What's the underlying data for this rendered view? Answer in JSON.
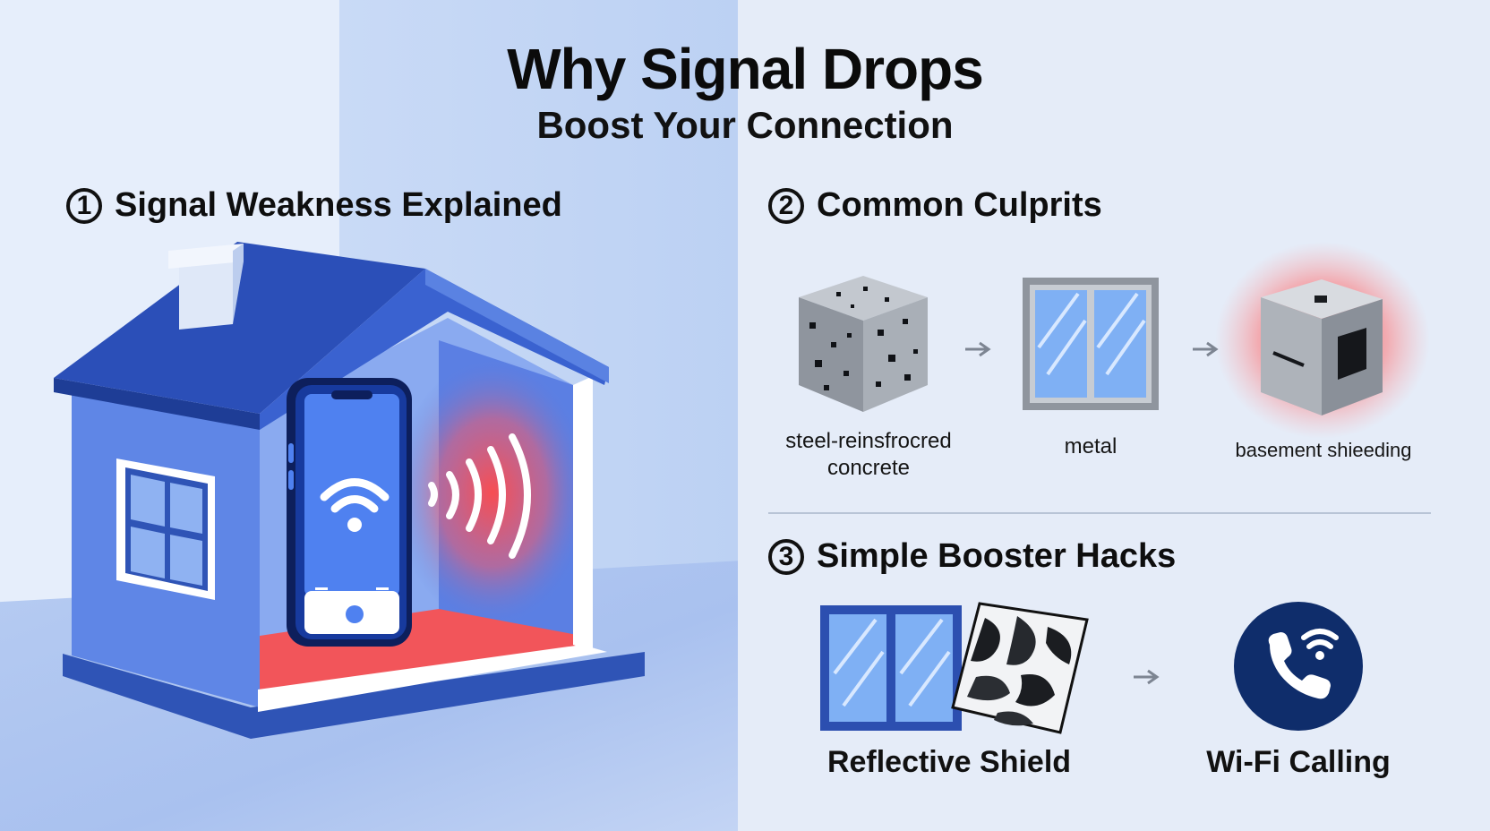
{
  "header": {
    "title": "Why Signal Drops",
    "subtitle": "Boost Your Connection"
  },
  "sections": [
    {
      "number": "1",
      "title": "Signal Weakness Explained"
    },
    {
      "number": "2",
      "title": "Common Culprits"
    },
    {
      "number": "3",
      "title": "Simple Booster Hacks"
    }
  ],
  "culprits": [
    {
      "label_line1": "steel-reinsfrocred",
      "label_line2": "concrete",
      "icon": "concrete-cube-icon"
    },
    {
      "label_line1": "metal",
      "icon": "metal-window-icon"
    },
    {
      "label_line1": "basement shieeding",
      "icon": "shielded-box-icon"
    }
  ],
  "hacks": [
    {
      "label": "Reflective Shield",
      "icon": "reflective-foil-window-icon"
    },
    {
      "label": "Wi-Fi Calling",
      "icon": "wifi-calling-icon"
    }
  ],
  "colors": {
    "primary_blue": "#3b63c9",
    "dark_navy": "#0f2d6b",
    "signal_red": "#f2555a",
    "concrete_gray": "#9aa0a8"
  }
}
